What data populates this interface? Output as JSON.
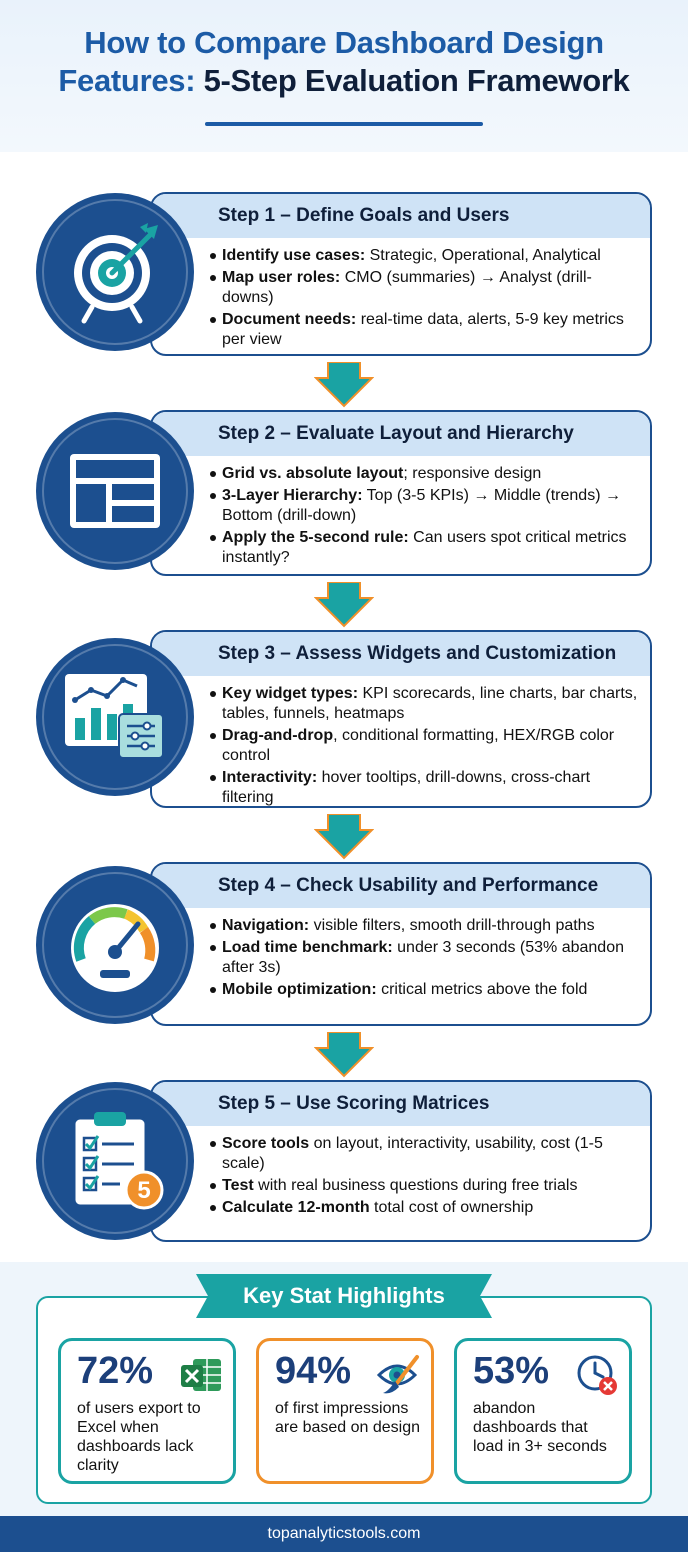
{
  "title": {
    "line1": "How to Compare Dashboard Design",
    "line2_blue": "Features: ",
    "line2_dark": "5-Step Evaluation Framework"
  },
  "steps": [
    {
      "heading": "Step 1 – Define Goals and Users",
      "icon": "target-icon",
      "bullets": [
        {
          "bold": "Identify use cases:",
          "text": " Strategic, Operational, Analytical"
        },
        {
          "bold": "Map user roles:",
          "text": " CMO (summaries) → Analyst (drill-downs)"
        },
        {
          "bold": "Document needs:",
          "text": " real-time data, alerts, 5-9 key metrics per view"
        }
      ]
    },
    {
      "heading": "Step 2 – Evaluate Layout and Hierarchy",
      "icon": "layout-grid-icon",
      "bullets": [
        {
          "bold": "Grid vs. absolute layout",
          "text": "; responsive design"
        },
        {
          "bold": "3-Layer Hierarchy:",
          "text": " Top (3-5 KPIs) → Middle (trends) → Bottom (drill-down)"
        },
        {
          "bold": "Apply the 5-second rule:",
          "text": " Can users spot critical metrics instantly?"
        }
      ]
    },
    {
      "heading": "Step 3 – Assess Widgets and Customization",
      "icon": "chart-widgets-icon",
      "bullets": [
        {
          "bold": "Key widget types:",
          "text": " KPI scorecards, line charts, bar charts, tables, funnels, heatmaps"
        },
        {
          "bold": "Drag-and-drop",
          "text": ", conditional formatting, HEX/RGB color control"
        },
        {
          "bold": "Interactivity:",
          "text": " hover tooltips, drill-downs, cross-chart filtering"
        }
      ]
    },
    {
      "heading": "Step 4 – Check Usability and Performance",
      "icon": "speedometer-icon",
      "bullets": [
        {
          "bold": "Navigation:",
          "text": " visible filters, smooth drill-through paths"
        },
        {
          "bold": "Load time benchmark:",
          "text": " under 3 seconds (53% abandon after 3s)"
        },
        {
          "bold": "Mobile optimization:",
          "text": " critical metrics above the fold"
        }
      ]
    },
    {
      "heading": "Step 5 – Use Scoring Matrices",
      "icon": "clipboard-checklist-icon",
      "bullets": [
        {
          "bold": "Score tools",
          "text": " on layout, interactivity, usability, cost (1-5 scale)"
        },
        {
          "bold": "Test",
          "text": " with real business questions during free trials"
        },
        {
          "bold": "Calculate 12-month",
          "text": " total cost of ownership"
        }
      ]
    }
  ],
  "stats": {
    "title": "Key Stat Highlights",
    "items": [
      {
        "value": "72%",
        "text": "of users export to Excel when dashboards lack clarity",
        "icon": "excel-icon"
      },
      {
        "value": "94%",
        "text": "of first impressions are based on design",
        "icon": "eye-brush-icon"
      },
      {
        "value": "53%",
        "text": "abandon dashboards that load in 3+ seconds",
        "icon": "clock-cancel-icon"
      }
    ]
  },
  "footer": "topanalyticstools.com",
  "colors": {
    "navy": "#1c4f8f",
    "title_blue": "#1c5ba6",
    "header_band": "#cfe3f6",
    "teal": "#1aa3a3",
    "orange": "#f0902a"
  }
}
